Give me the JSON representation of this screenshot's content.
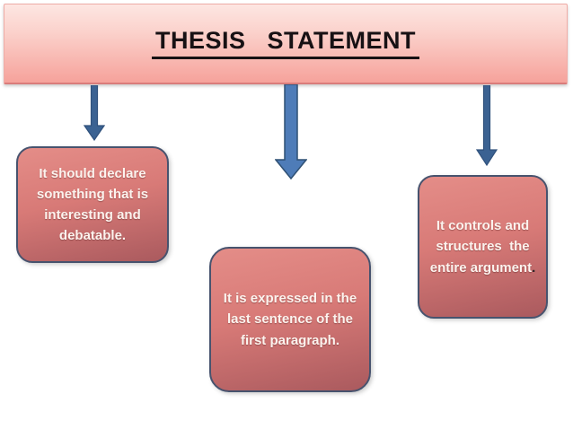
{
  "title": {
    "text": "THESIS   STATEMENT"
  },
  "colors": {
    "banner_gradient_top": "#FDE6E2",
    "banner_gradient_bottom": "#F6A29B",
    "banner_border": "#D97C7B",
    "box_gradient_top": "#E48D88",
    "box_gradient_bottom": "#AA5A5E",
    "box_border": "#47536E",
    "box_text": "#FCF3EE",
    "arrow_dark": "#3B6292",
    "arrow_light": "#4E7CB8",
    "arrow_outline": "#2F5074",
    "title_text": "#171114"
  },
  "boxes": [
    {
      "name": "declare",
      "lines": [
        "It should declare",
        "something that is",
        "interesting and",
        "debatable."
      ]
    },
    {
      "name": "expressed",
      "lines": [
        "It is expressed in the",
        "last sentence of the",
        "first paragraph."
      ]
    },
    {
      "name": "controls",
      "lines": [
        "It controls and",
        "structures  the",
        "entire argument"
      ],
      "period": "."
    }
  ]
}
